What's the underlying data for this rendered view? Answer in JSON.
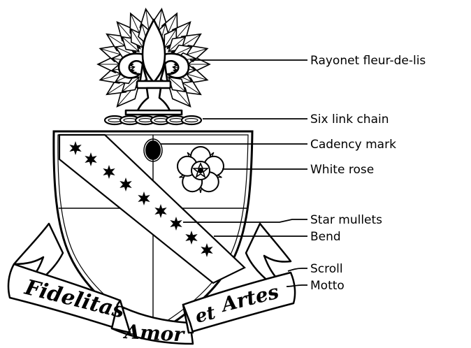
{
  "callouts": {
    "fleur": "Rayonet fleur-de-lis",
    "chain": "Six link chain",
    "cadency": "Cadency mark",
    "rose": "White rose",
    "mullets": "Star mullets",
    "bend": "Bend",
    "scroll": "Scroll",
    "motto": "Motto"
  },
  "motto": {
    "left": "Fidelitas",
    "middle": "Amor",
    "right_small": "et",
    "right": "Artes"
  },
  "colors": {
    "ink": "#000000",
    "paper": "#ffffff"
  }
}
